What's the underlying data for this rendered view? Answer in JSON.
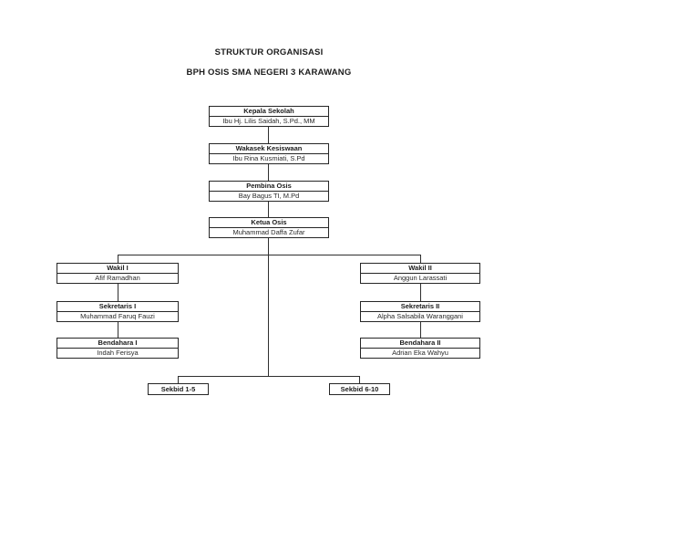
{
  "page": {
    "title_line1": "STRUKTUR ORGANISASI",
    "title_line2": "BPH OSIS SMA NEGERI 3 KARAWANG"
  },
  "org": {
    "kepala": {
      "title": "Kepala Sekolah",
      "name": "Ibu Hj. Lilis Saidah, S.Pd., MM"
    },
    "wakasek": {
      "title": "Wakasek Kesiswaan",
      "name": "Ibu Rina Kusmiati, S.Pd"
    },
    "pembina": {
      "title": "Pembina Osis",
      "name": "Bay Bagus TI, M.Pd"
    },
    "ketua": {
      "title": "Ketua Osis",
      "name": "Muhammad Daffa Zufar"
    },
    "wakil1": {
      "title": "Wakil I",
      "name": "Afif Ramadhan"
    },
    "sekretaris1": {
      "title": "Sekretaris I",
      "name": "Muhammad Faruq Fauzi"
    },
    "bendahara1": {
      "title": "Bendahara I",
      "name": "Indah Ferisya"
    },
    "wakil2": {
      "title": "Wakil II",
      "name": "Anggun Larassati"
    },
    "sekretaris2": {
      "title": "Sekretaris II",
      "name": "Alpha Salsabila Waranggani"
    },
    "bendahara2": {
      "title": "Bendahara II",
      "name": "Adrian Eka Wahyu"
    },
    "sekbid15": {
      "title": "Sekbid 1-5"
    },
    "sekbid610": {
      "title": "Sekbid 6-10"
    }
  },
  "hierarchy": [
    "kepala > wakasek > pembina > ketua",
    "ketua > wakil1 > sekretaris1 > bendahara1",
    "ketua > wakil2 > sekretaris2 > bendahara2",
    "ketua > sekbid15",
    "ketua > sekbid610"
  ],
  "colors": {
    "background": "#ffffff",
    "line": "#2e2e2e",
    "text": "#1a1a1a"
  }
}
